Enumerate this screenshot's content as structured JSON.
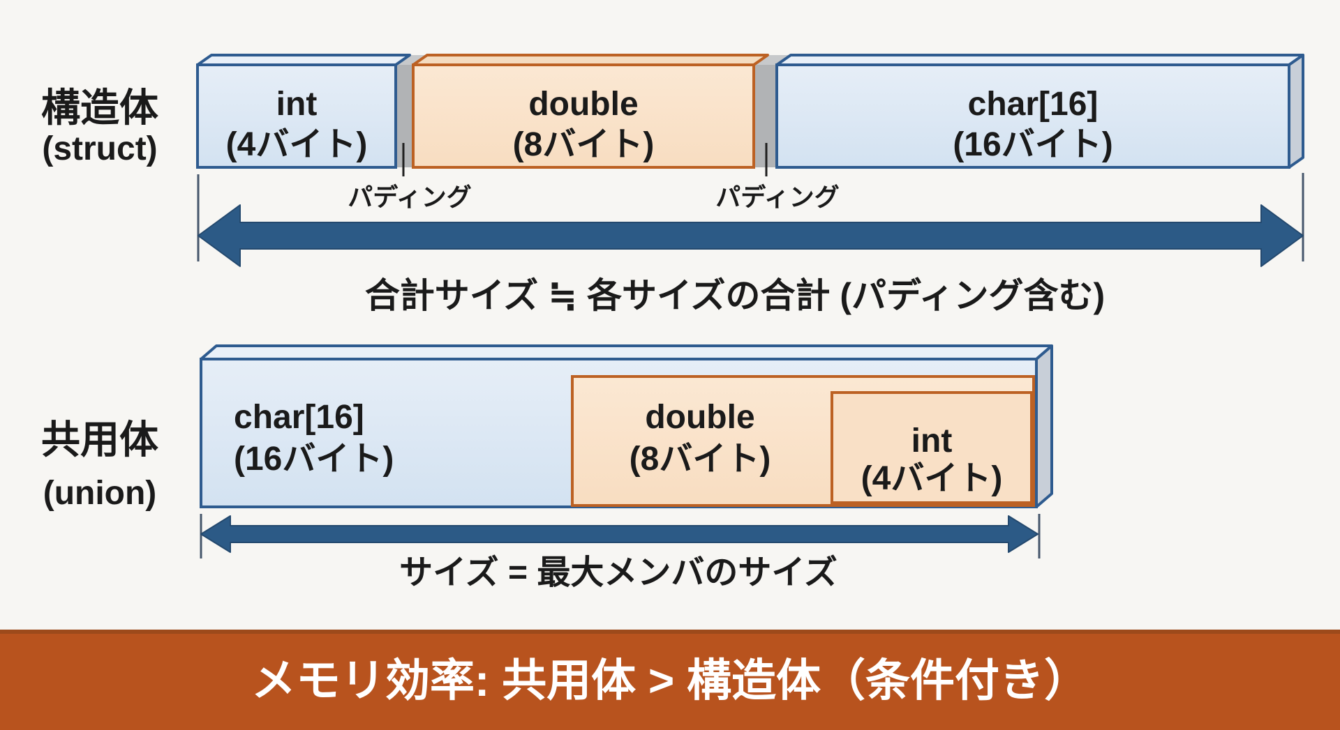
{
  "struct_section": {
    "label_ja": "構造体",
    "label_en": "(struct)",
    "boxes": [
      {
        "label": "int",
        "size": "(4バイト)"
      },
      {
        "label": "double",
        "size": "(8バイト)"
      },
      {
        "label": "char[16]",
        "size": "(16バイト)"
      }
    ],
    "padding_labels": [
      "パディング",
      "パディング"
    ],
    "total_size_label": "合計サイズ ≒ 各サイズの合計 (パディング含む)"
  },
  "union_section": {
    "label_ja": "共用体",
    "label_en": "(union)",
    "outer_box": {
      "label": "char[16]",
      "size": "(16バイト)"
    },
    "nested_boxes": [
      {
        "label": "double",
        "size": "(8バイト)"
      },
      {
        "label": "int",
        "size": "(4バイト)"
      }
    ],
    "size_label": "サイズ = 最大メンバのサイズ"
  },
  "banner": {
    "text": "メモリ効率: 共用体 > 構造体（条件付き）",
    "background_color": "#b8531e",
    "text_color": "#ffffff"
  },
  "colors": {
    "background": "#f7f6f3",
    "blue_box_fill": "#dbe7f3",
    "blue_box_border": "#2e5b8f",
    "orange_box_fill": "#fae3cb",
    "orange_box_border": "#bc6123",
    "padding_gap_fill": "#b1b3b5",
    "side_face_fill": "#c8cfd8",
    "arrow_fill": "#2c5a86",
    "text_color": "#1a1a1a"
  }
}
